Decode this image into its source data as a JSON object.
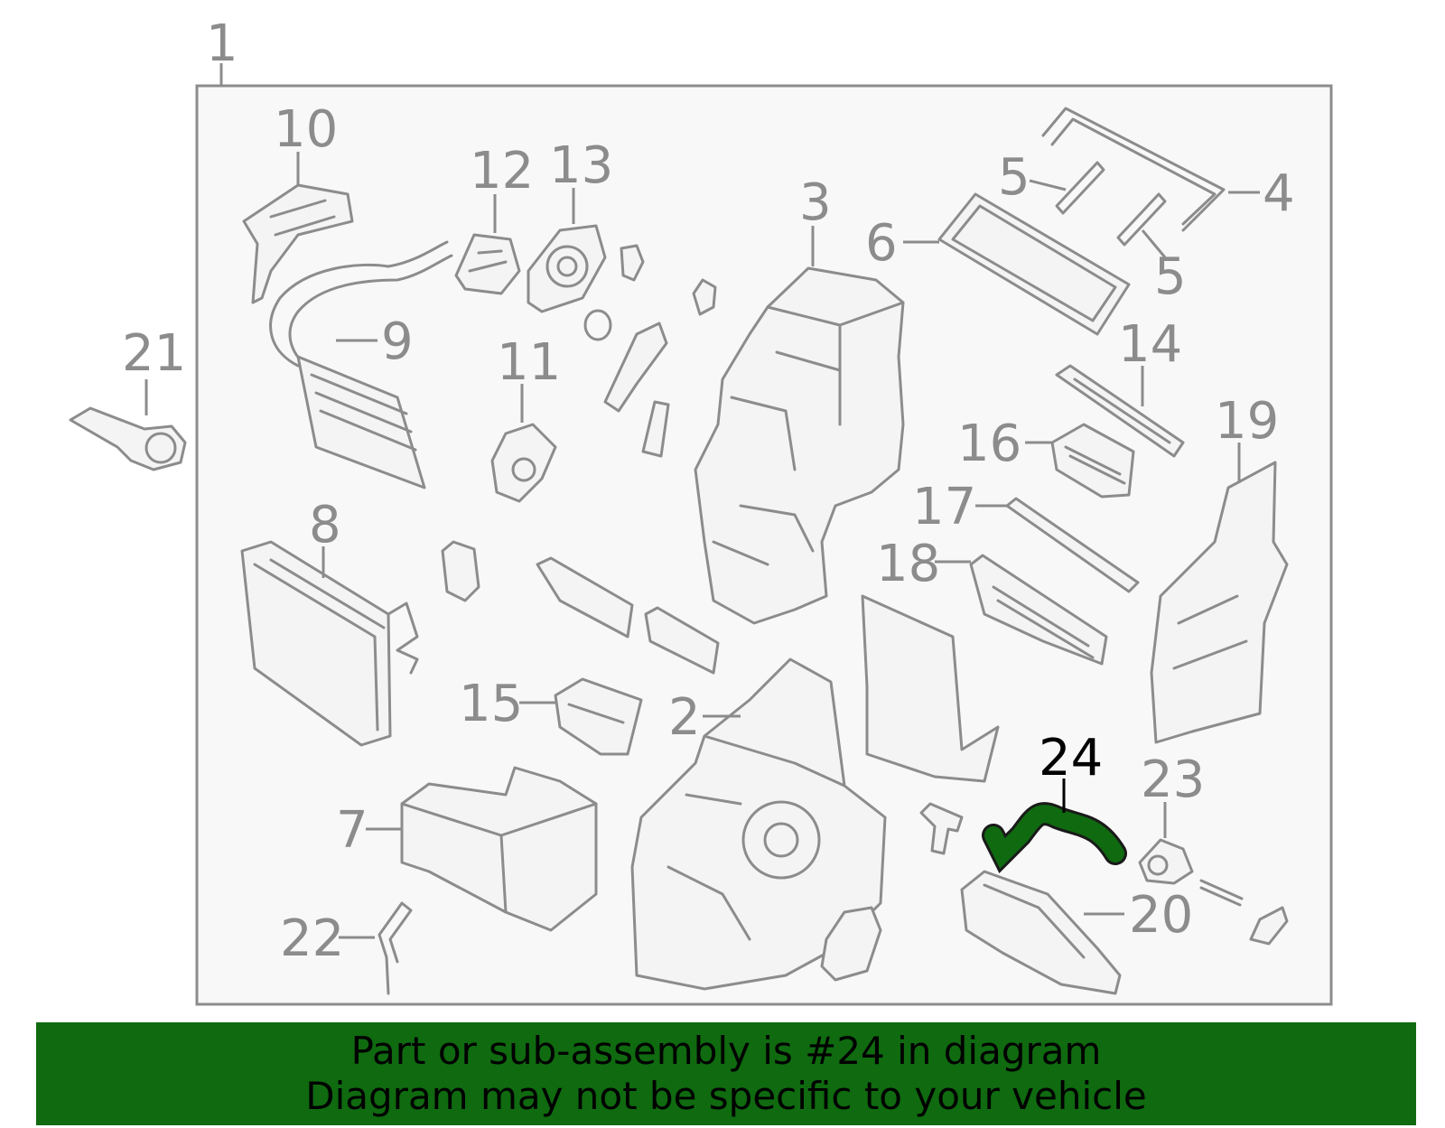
{
  "diagram": {
    "highlight_part": "24",
    "highlight_color": "#0f6a10",
    "frame_label": "1",
    "parts": [
      {
        "id": "p2",
        "label": "2"
      },
      {
        "id": "p3",
        "label": "3"
      },
      {
        "id": "p4",
        "label": "4"
      },
      {
        "id": "p5a",
        "label": "5"
      },
      {
        "id": "p5b",
        "label": "5"
      },
      {
        "id": "p6",
        "label": "6"
      },
      {
        "id": "p7",
        "label": "7"
      },
      {
        "id": "p8",
        "label": "8"
      },
      {
        "id": "p9",
        "label": "9"
      },
      {
        "id": "p10",
        "label": "10"
      },
      {
        "id": "p11",
        "label": "11"
      },
      {
        "id": "p12",
        "label": "12"
      },
      {
        "id": "p13",
        "label": "13"
      },
      {
        "id": "p14",
        "label": "14"
      },
      {
        "id": "p15",
        "label": "15"
      },
      {
        "id": "p16",
        "label": "16"
      },
      {
        "id": "p17",
        "label": "17"
      },
      {
        "id": "p18",
        "label": "18"
      },
      {
        "id": "p19",
        "label": "19"
      },
      {
        "id": "p20",
        "label": "20"
      },
      {
        "id": "p21",
        "label": "21"
      },
      {
        "id": "p22",
        "label": "22"
      },
      {
        "id": "p23",
        "label": "23"
      },
      {
        "id": "p24",
        "label": "24"
      }
    ]
  },
  "banner": {
    "line1": "Part or sub-assembly is #24 in diagram",
    "line2": "Diagram may not be specific to your vehicle",
    "background": "#0f6a10"
  }
}
